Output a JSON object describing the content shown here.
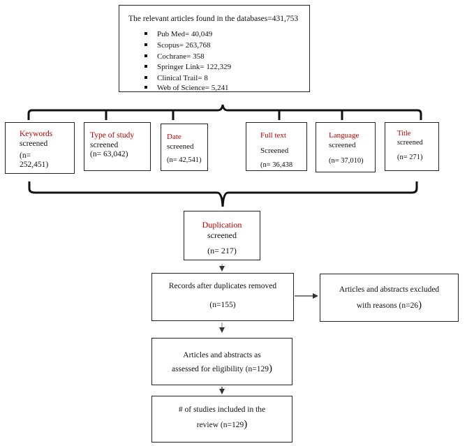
{
  "top_box": {
    "title": "The relevant articles found in the databases=431,753",
    "items": [
      "Pub Med= 40,049",
      "Scopus=  263,768",
      "Cochrane= 358",
      "Springer Link= 122,329",
      "Clinical Trail= 8",
      "Web of Science= 5,241"
    ]
  },
  "screens": [
    {
      "label": "Keywords",
      "sub": "screened",
      "n1": "(n=",
      "n2": "252,451)"
    },
    {
      "label": "Type of study",
      "sub": "screened",
      "n": "(n= 63,042)"
    },
    {
      "label": "Date",
      "sub": "screened",
      "n": "(n= 42,541)"
    },
    {
      "label": "Full text",
      "sub": "Screened",
      "n": "(n= 36,438"
    },
    {
      "label": "Language",
      "sub": "screened",
      "n": "(n= 37,010)"
    },
    {
      "label": "Title",
      "sub": "screened",
      "n": "(n= 271)"
    }
  ],
  "duplication": {
    "label": "Duplication",
    "sub": "screened",
    "n": "(n= 217)"
  },
  "records": {
    "line1": "Records after duplicates removed",
    "line2": "(n=155)"
  },
  "excluded": {
    "line1": "Articles and abstracts excluded",
    "line2": "with reasons (n=26",
    "close": ")"
  },
  "eligibility": {
    "line1": "Articles and abstracts as",
    "line2": "assessed for eligibility (n=129",
    "close": ")"
  },
  "included": {
    "line1": "# of studies included in the",
    "line2": "review (n=129",
    "close": ")"
  }
}
